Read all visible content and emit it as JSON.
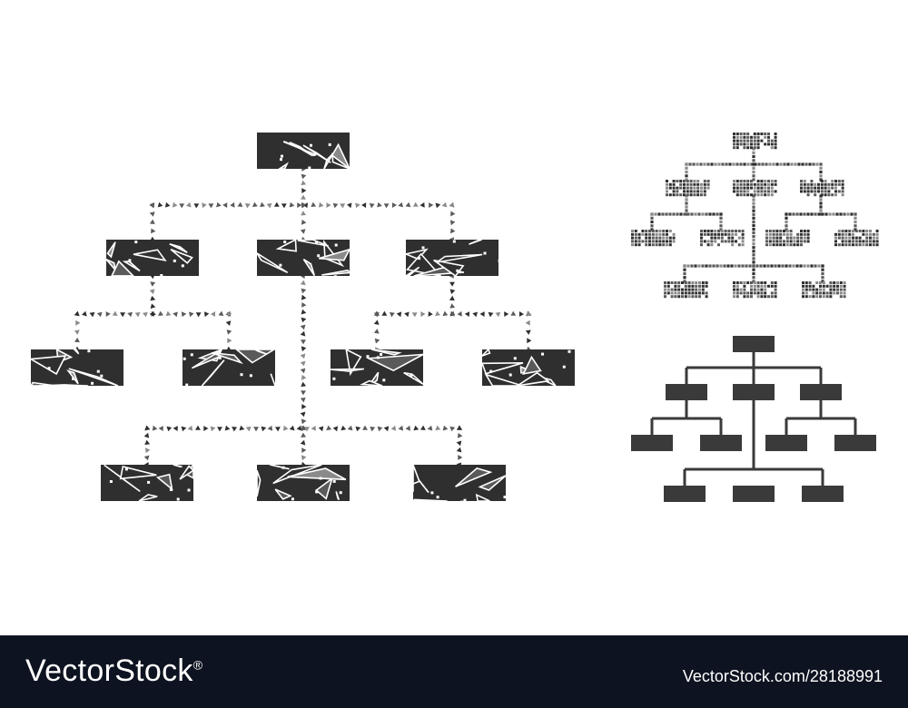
{
  "image": {
    "subject": "hierarchy-tree-icon",
    "variants": [
      "triangle-mosaic",
      "square-mosaic",
      "solid-flat"
    ],
    "colors": {
      "dark": "#2f2f2f",
      "mid": "#5a5a5a",
      "light": "#8a8a8a",
      "solid": "#3a3a3a",
      "background": "#ffffff",
      "footer": "#0d1320",
      "footer_text": "#ffffff"
    }
  },
  "footer": {
    "brand": "VectorStock",
    "registered_mark": "®",
    "image_id": "VectorStock.com/28188991"
  }
}
